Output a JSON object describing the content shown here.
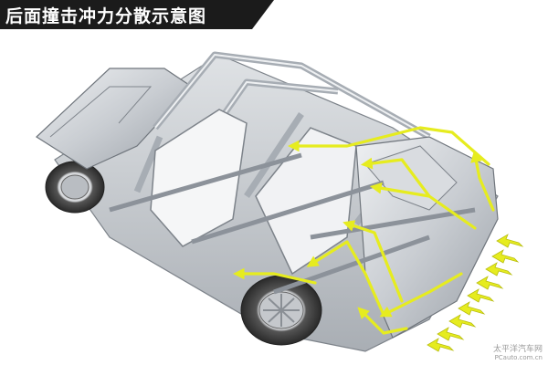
{
  "title": "后面撞击冲力分散示意图",
  "watermark": {
    "name": "太平洋汽车网",
    "url": "PCauto.com.cn"
  },
  "colors": {
    "title_bg": "#1b1b1b",
    "title_text": "#ffffff",
    "arrow": "#e6ec1f",
    "body_metal": "#c9cdd2",
    "body_shadow": "#8f959c",
    "tire": "#3b3b3b"
  },
  "diagram": {
    "subject": "car-body-in-white-rear-impact",
    "external_impact_arrows": 9,
    "force_path_arrows": "yellow"
  }
}
